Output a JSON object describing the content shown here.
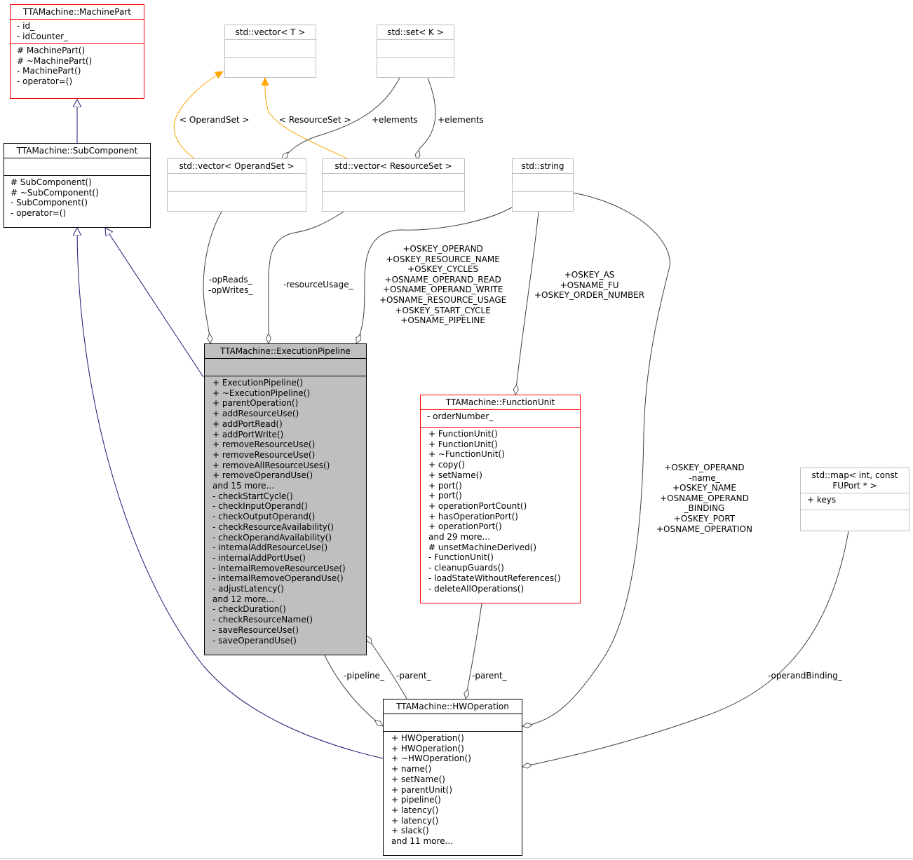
{
  "nodes": {
    "machine_part": {
      "title": "TTAMachine::MachinePart",
      "attributes": [
        "- id_",
        "- idCounter_"
      ],
      "methods": [
        "# MachinePart()",
        "# ~MachinePart()",
        "- MachinePart()",
        "- operator=()"
      ]
    },
    "sub_component": {
      "title": "TTAMachine::SubComponent",
      "attributes": [],
      "methods": [
        "# SubComponent()",
        "# ~SubComponent()",
        "- SubComponent()",
        "- operator=()"
      ]
    },
    "vector_t": {
      "title": "std::vector< T >"
    },
    "set_k": {
      "title": "std::set< K >"
    },
    "vector_operandset": {
      "title": "std::vector< OperandSet >"
    },
    "vector_resourceset": {
      "title": "std::vector< ResourceSet >"
    },
    "string": {
      "title": "std::string"
    },
    "execution_pipeline": {
      "title": "TTAMachine::ExecutionPipeline",
      "attributes": [],
      "methods": [
        "+ ExecutionPipeline()",
        "+ ~ExecutionPipeline()",
        "+ parentOperation()",
        "+ addResourceUse()",
        "+ addPortRead()",
        "+ addPortWrite()",
        "+ removeResourceUse()",
        "+ removeResourceUse()",
        "+ removeAllResourceUses()",
        "+ removeOperandUse()",
        "and 15 more...",
        "- checkStartCycle()",
        "- checkInputOperand()",
        "- checkOutputOperand()",
        "- checkResourceAvailability()",
        "- checkOperandAvailability()",
        "- internalAddResourceUse()",
        "- internalAddPortUse()",
        "- internalRemoveResourceUse()",
        "- internalRemoveOperandUse()",
        "- adjustLatency()",
        "and 12 more...",
        "- checkDuration()",
        "- checkResourceName()",
        "- saveResourceUse()",
        "- saveOperandUse()"
      ]
    },
    "function_unit": {
      "title": "TTAMachine::FunctionUnit",
      "attributes": [
        "- orderNumber_"
      ],
      "methods": [
        "+ FunctionUnit()",
        "+ FunctionUnit()",
        "+ ~FunctionUnit()",
        "+ copy()",
        "+ setName()",
        "+ port()",
        "+ port()",
        "+ operationPortCount()",
        "+ hasOperationPort()",
        "+ operationPort()",
        "and 29 more...",
        "# unsetMachineDerived()",
        "- FunctionUnit()",
        "- cleanupGuards()",
        "- loadStateWithoutReferences()",
        "- deleteAllOperations()"
      ]
    },
    "map": {
      "title": [
        "std::map< int, const",
        "FUPort * >"
      ],
      "attributes": [
        "+ keys"
      ]
    },
    "hw_operation": {
      "title": "TTAMachine::HWOperation",
      "attributes": [],
      "methods": [
        "+ HWOperation()",
        "+ HWOperation()",
        "+ ~HWOperation()",
        "+ name()",
        "+ setName()",
        "+ parentUnit()",
        "+ pipeline()",
        "+ latency()",
        "+ latency()",
        "+ slack()",
        "and 11 more..."
      ]
    }
  },
  "edge_labels": {
    "operand_set": "< OperandSet >",
    "resource_set": "< ResourceSet >",
    "elements_1": "+elements",
    "elements_2": "+elements",
    "op_reads_writes": [
      "-opReads_",
      "-opWrites_"
    ],
    "resource_usage": "-resourceUsage_",
    "string_to_pipeline": [
      "+OSKEY_OPERAND",
      "+OSKEY_RESOURCE_NAME",
      "+OSKEY_CYCLES",
      "+OSNAME_OPERAND_READ",
      "+OSNAME_OPERAND_WRITE",
      "+OSNAME_RESOURCE_USAGE",
      "+OSKEY_START_CYCLE",
      "+OSNAME_PIPELINE"
    ],
    "string_to_fu": [
      "+OSKEY_AS",
      "+OSNAME_FU",
      "+OSKEY_ORDER_NUMBER"
    ],
    "string_to_hwop": [
      "+OSKEY_OPERAND",
      "-name_",
      "+OSKEY_NAME",
      "+OSNAME_OPERAND",
      "_BINDING",
      "+OSKEY_PORT",
      "+OSNAME_OPERATION"
    ],
    "pipeline": "-pipeline_",
    "parent_1": "-parent_",
    "parent_2": "-parent_",
    "operand_binding": "-operandBinding_"
  },
  "colors": {
    "inheritance": "#191970",
    "template": "#ffa500",
    "association": "#404040",
    "focus_fill": "#bfbfbf",
    "red_border": "#ff0000",
    "gray_border": "#bfbfbf"
  }
}
